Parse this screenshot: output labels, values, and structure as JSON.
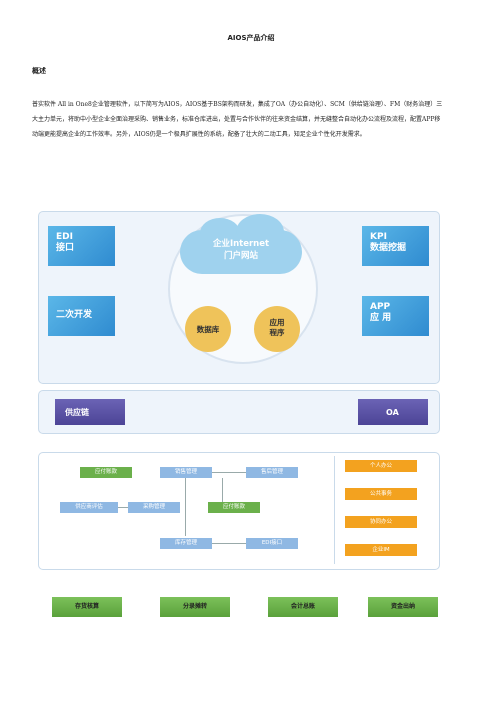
{
  "doc": {
    "title": "AIOS产品介绍",
    "section_heading": "概述",
    "paragraph": "普实软件 All in One8企业管理软件，以下简写为AIOS，AIOS基于BS架构而研发，集成了OA（办公自动化）、SCM（供给链治理）、FM（财务治理）三大主力单元，将助中小型企业全面治理采购、销售业务，标准仓库进出，处置与合作伙伴的往来资金结算，并无缝整合自动化办公流程及流程，配置APP移动端更能提高企业的工作效率。另外，AIOS仍是一个极具扩展性的系统，配备了壮大的二动工具，知足企业个性化开发需求。"
  },
  "diagram": {
    "top_left": [
      "EDI\n接口",
      "二次开发"
    ],
    "top_right": [
      "KPI\n数据挖掘",
      "APP\n应 用"
    ],
    "cloud": "企业Internet\n门户网站",
    "circle_left": "数据库",
    "circle_right": "应用\n程序",
    "bar_left": "供应链",
    "bar_right": "OA",
    "modules": {
      "ap": "应付账款",
      "sales": "销售管理",
      "after_sales": "售后管理",
      "supplier": "供应商评估",
      "purchase": "采购管理",
      "ar": "应付账款",
      "inventory": "库存管理",
      "edi": "EDI接口"
    },
    "oa_items": [
      "个人办公",
      "公共事务",
      "协同办公",
      "企业IM"
    ],
    "bottom": [
      "存货核算",
      "分录摊转",
      "会计总账",
      "资金出纳"
    ]
  },
  "colors": {
    "blue": "#2f8bd0",
    "purple": "#5a52a8",
    "green": "#6bb04b",
    "orange": "#f3a21f",
    "gold": "#efc35a"
  }
}
